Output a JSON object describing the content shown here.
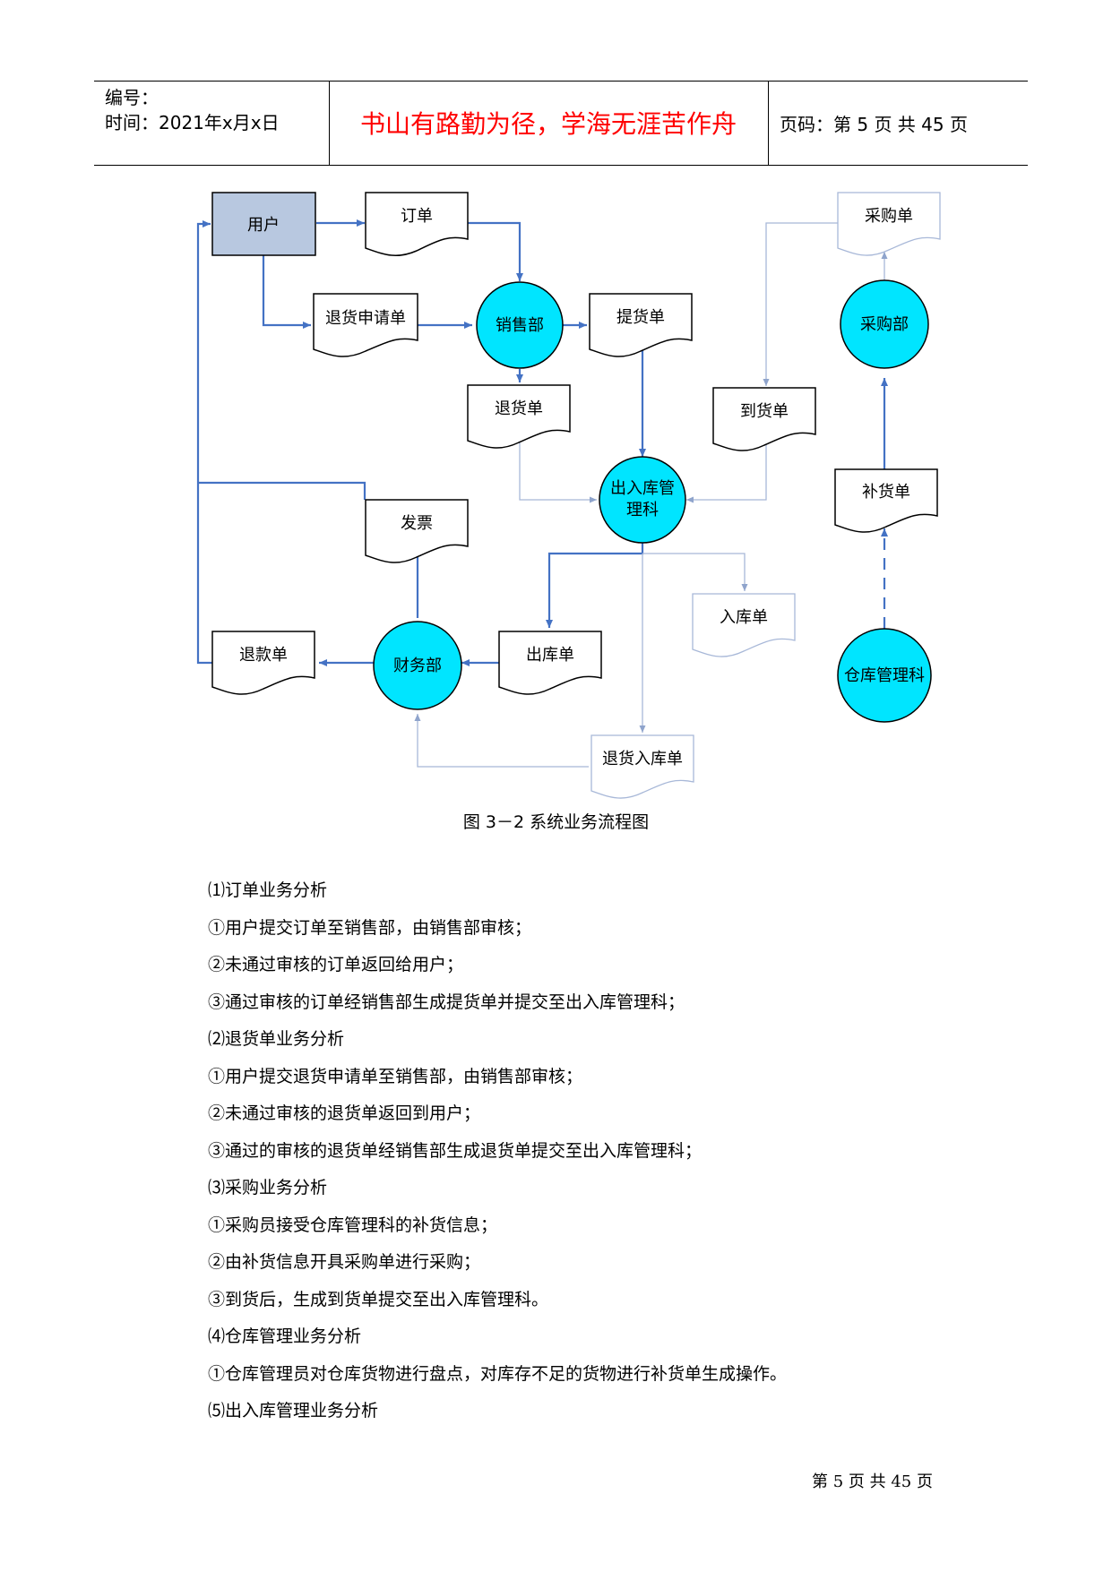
{
  "header": {
    "number_label": "编号：",
    "time_label": "时间：2021年x月x日",
    "motto": "书山有路勤为径，学海无涯苦作舟",
    "page_code": "页码：第 5 页  共 45 页"
  },
  "flowchart": {
    "nodes": {
      "user": "用户",
      "order": "订单",
      "return_request": "退货申请单",
      "sales_dept": "销售部",
      "pickup_slip": "提货单",
      "return_slip": "退货单",
      "inout_mgmt_line1": "出入库管",
      "inout_mgmt_line2": "理科",
      "arrival_slip": "到货单",
      "purchase_order": "采购单",
      "purchase_dept": "采购部",
      "restock_slip": "补货单",
      "invoice": "发票",
      "inbound_slip": "入库单",
      "refund_slip": "退款单",
      "finance_dept": "财务部",
      "outbound_slip": "出库单",
      "warehouse_mgmt": "仓库管理科",
      "return_inbound_slip": "退货入库单"
    },
    "colors": {
      "user_fill": "#b8c8e0",
      "circle_fill": "#00e5ff",
      "arrow": "#4472c4",
      "thin_line": "#a8b8d8"
    }
  },
  "caption": "图 3－2 系统业务流程图",
  "paragraphs": [
    "⑴订单业务分析",
    "①用户提交订单至销售部，由销售部审核；",
    "②未通过审核的订单返回给用户；",
    "③通过审核的订单经销售部生成提货单并提交至出入库管理科；",
    "⑵退货单业务分析",
    "①用户提交退货申请单至销售部，由销售部审核；",
    "②未通过审核的退货单返回到用户；",
    "③通过的审核的退货单经销售部生成退货单提交至出入库管理科；",
    "⑶采购业务分析",
    "①采购员接受仓库管理科的补货信息；",
    "②由补货信息开具采购单进行采购；",
    "③到货后，生成到货单提交至出入库管理科。",
    "⑷仓库管理业务分析",
    "①仓库管理员对仓库货物进行盘点，对库存不足的货物进行补货单生成操作。",
    "⑸出入库管理业务分析"
  ],
  "footer": "第 5 页 共 45 页"
}
